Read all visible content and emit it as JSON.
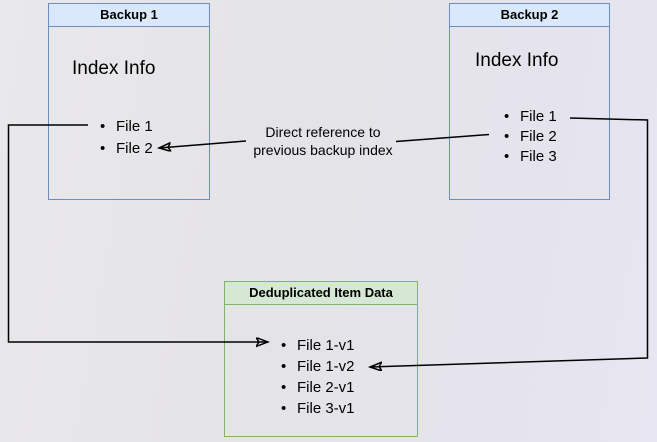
{
  "boxes": {
    "backup1": {
      "title": "Backup 1",
      "subtitle": "Index Info",
      "files": [
        "File 1",
        "File 2"
      ]
    },
    "backup2": {
      "title": "Backup 2",
      "subtitle": "Index Info",
      "files": [
        "File 1",
        "File 2",
        "File 3"
      ]
    },
    "dedup": {
      "title": "Deduplicated Item Data",
      "files": [
        "File 1-v1",
        "File 1-v2",
        "File 2-v1",
        "File 3-v1"
      ]
    }
  },
  "annotation": {
    "line1": "Direct reference to",
    "line2": "previous backup index"
  },
  "bullet_glyph": "•",
  "colors": {
    "blue_fill": "#dae8fc",
    "blue_border": "#6c8ebf",
    "green_fill": "#d5e8d4",
    "green_border": "#82b366",
    "connector": "#000000"
  }
}
